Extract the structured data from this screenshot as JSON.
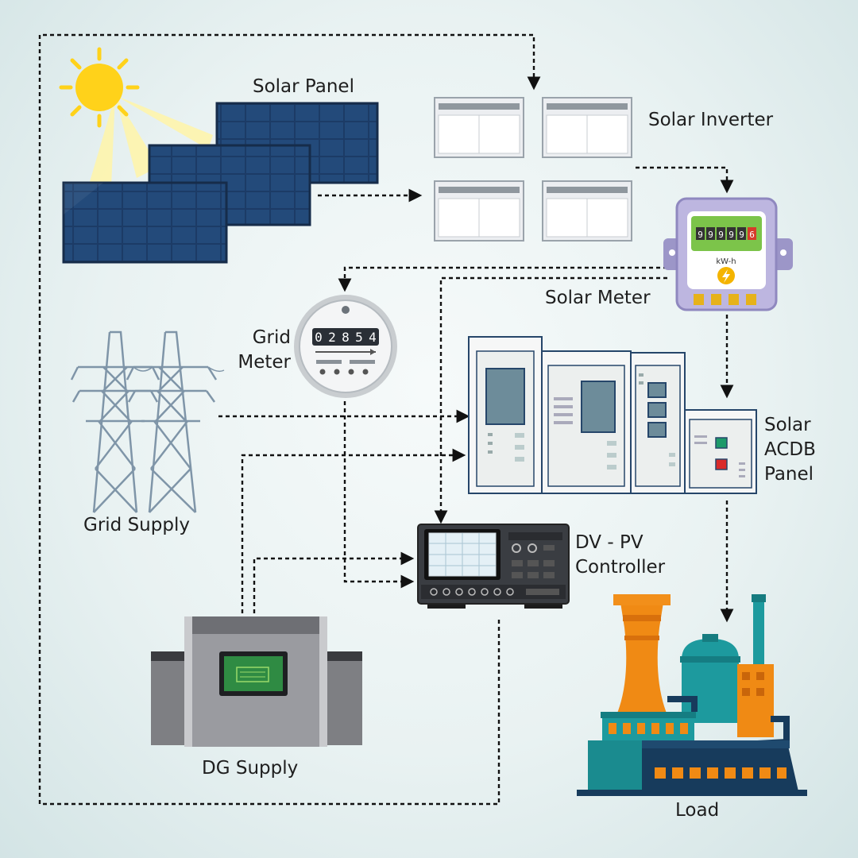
{
  "labels": {
    "solar_panel": "Solar Panel",
    "solar_inverter": "Solar Inverter",
    "solar_meter": "Solar Meter",
    "grid_meter_line1": "Grid",
    "grid_meter_line2": "Meter",
    "grid_supply": "Grid Supply",
    "solar_acdb_line1": "Solar",
    "solar_acdb_line2": "ACDB",
    "solar_acdb_line3": "Panel",
    "controller_line1": "DV - PV",
    "controller_line2": "Controller",
    "dg_supply": "DG Supply",
    "load": "Load"
  },
  "solar_meter_display": {
    "digits": [
      "9",
      "9",
      "9",
      "9",
      "9",
      "6"
    ],
    "unit": "kW-h"
  },
  "grid_meter_display": {
    "digits": [
      "0",
      "2",
      "8",
      "5",
      "4"
    ]
  },
  "colors": {
    "solar_cell": "#1d3c66",
    "sun": "#ffd21a",
    "tower": "#7f95a8",
    "meter_body": "#b9b3dc",
    "display_green": "#7cc44a",
    "factory_teal": "#1d9a9e",
    "factory_orange": "#f08a14",
    "factory_navy": "#173b5c",
    "connector": "#111111"
  }
}
